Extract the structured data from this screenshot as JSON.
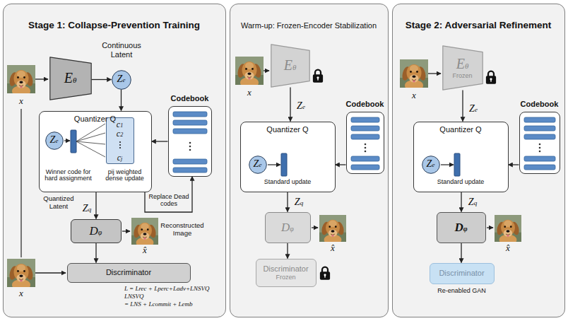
{
  "diagram": {
    "nodes": [
      {
        "text": [
          "Stage 1: Collapse-Prevention Training"
        ]
      },
      {
        "text": [
          "Eθ"
        ],
        "in": 0
      },
      {
        "text": [
          "Ze"
        ],
        "in": 0
      },
      {
        "text": [
          "Quantizer Q",
          "Winner code for hard assignment",
          "pij weighted dense update"
        ],
        "in": 0
      },
      {
        "text": [
          "Ze"
        ],
        "in": 3
      },
      {
        "text": [
          "c1",
          "c2",
          "cj"
        ],
        "in": 3
      },
      {
        "text": [
          "Codebook"
        ],
        "in": 0
      },
      {
        "text": [
          "Dφ"
        ],
        "in": 0
      },
      {
        "text": [
          "Discriminator"
        ],
        "in": 0
      },
      {
        "text": [
          "Warm-up: Frozen-Encoder Stabilization"
        ]
      },
      {
        "text": [
          "Eθ"
        ],
        "in": 9
      },
      {
        "text": [
          "Quantizer Q",
          "Standard update"
        ],
        "in": 9
      },
      {
        "text": [
          "Ze"
        ],
        "in": 11
      },
      {
        "text": [
          "Codebook"
        ],
        "in": 9
      },
      {
        "text": [
          "Dφ"
        ],
        "in": 9
      },
      {
        "text": [
          "Discriminator",
          "Frozen"
        ],
        "in": 9
      },
      {
        "text": [
          "Stage 2: Adversarial Refinement"
        ]
      },
      {
        "text": [
          "Eθ",
          "Frozen"
        ],
        "in": 16
      },
      {
        "text": [
          "Quantizer Q",
          "Standard update"
        ],
        "in": 16
      },
      {
        "text": [
          "Ze"
        ],
        "in": 18
      },
      {
        "text": [
          "Codebook"
        ],
        "in": 16
      },
      {
        "text": [
          "Dφ"
        ],
        "in": 16
      },
      {
        "text": [
          "Discriminator",
          "Re-enabled GAN"
        ],
        "in": 16
      }
    ],
    "edges": [
      {
        "from": 1,
        "to": 2,
        "arrow": "to"
      },
      {
        "from": 2,
        "to": 3,
        "arrow": "to"
      },
      {
        "from": 6,
        "to": 3,
        "arrow": "to"
      },
      {
        "from": 3,
        "to": 7,
        "label": "Zq",
        "arrow": "to"
      },
      {
        "from": 3,
        "to": 6,
        "label": "Replace Dead codes",
        "arrow": "to"
      },
      {
        "from": 7,
        "to": 8,
        "arrow": "to"
      },
      {
        "from": 10,
        "to": 11,
        "label": "Ze",
        "arrow": "to"
      },
      {
        "from": 13,
        "to": 11,
        "arrow": "to"
      },
      {
        "from": 11,
        "to": 14,
        "label": "Zq",
        "arrow": "to"
      },
      {
        "from": 14,
        "to": 15,
        "arrow": "to"
      },
      {
        "from": 17,
        "to": 18,
        "label": "Ze",
        "arrow": "to"
      },
      {
        "from": 20,
        "to": 18,
        "arrow": "to"
      },
      {
        "from": 18,
        "to": 21,
        "label": "Zq",
        "arrow": "to"
      },
      {
        "from": 21,
        "to": 22,
        "arrow": "to"
      }
    ],
    "labels": [
      "Continuous Latent",
      "x",
      "Quantized Latent",
      "Reconstructed Image",
      "x̂",
      "x",
      "L = Lrec + Lperc+Ladv+LNSVQ",
      "LNSVQ",
      "= LNS + Lcommit + Lemb",
      "x",
      "x̂",
      "x",
      "x̂"
    ]
  }
}
